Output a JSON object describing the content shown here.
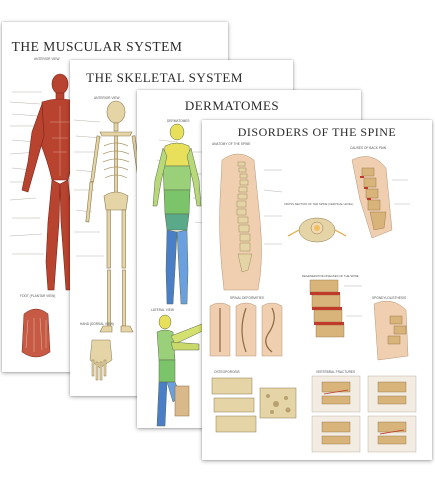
{
  "posters": {
    "muscular": {
      "title": "THE MUSCULAR SYSTEM",
      "view_anterior": "ANTERIOR VIEW",
      "foot_caption": "FOOT (PLANTAR VIEW)"
    },
    "skeletal": {
      "title": "THE SKELETAL SYSTEM",
      "view_anterior": "ANTERIOR VIEW",
      "hand_caption": "HAND (DORSAL VIEW)"
    },
    "dermatomes": {
      "title": "DERMATOMES",
      "sub": "DERMATOMES",
      "lateral": "LATERAL VIEW"
    },
    "spine": {
      "title": "DISORDERS OF THE SPINE",
      "anatomy": "ANATOMY OF THE SPINE",
      "back_pain": "CAUSES OF BACK PAIN",
      "cross_section": "CROSS SECTION OF THE SPINE (CERVICAL LEVEL)",
      "degenerative": "DEGENERATIVE DISEASES OF THE SPINE",
      "spinal_deformities": "SPINAL DEFORMITIES",
      "spondylolisthesis": "SPONDYLOLISTHESIS",
      "osteoporosis": "OSTEOPOROSIS",
      "vertebral_fractures": "VERTEBRAL FRACTURES"
    }
  },
  "colors": {
    "muscle": "#b8432f",
    "bone": "#e4d4a6",
    "skin": "#efcfb0",
    "derm_yellow": "#e8e05a",
    "derm_green": "#7cc46a",
    "derm_blue": "#4a7fc8"
  }
}
